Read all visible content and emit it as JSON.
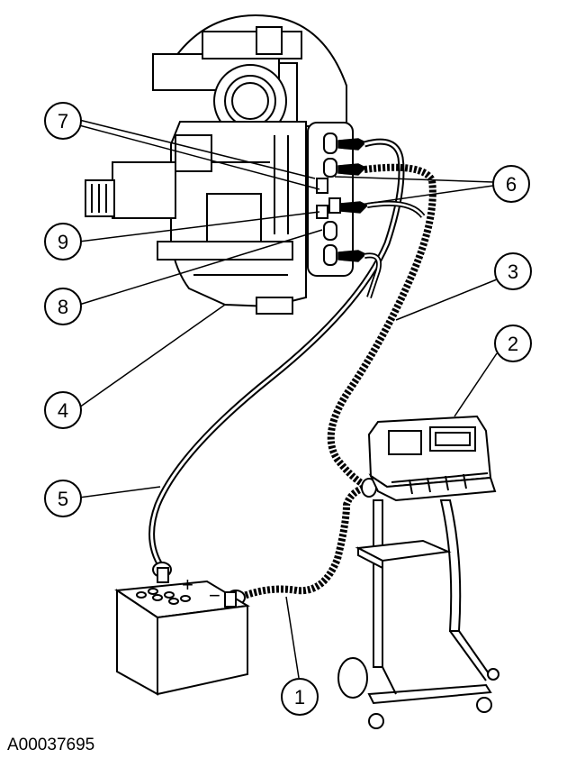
{
  "figure": {
    "id": "A00037695",
    "callouts": [
      {
        "number": "1",
        "label": ""
      },
      {
        "number": "2",
        "label": ""
      },
      {
        "number": "3",
        "label": ""
      },
      {
        "number": "4",
        "label": ""
      },
      {
        "number": "5",
        "label": ""
      },
      {
        "number": "6",
        "label": ""
      },
      {
        "number": "7",
        "label": ""
      },
      {
        "number": "8",
        "label": ""
      },
      {
        "number": "9",
        "label": ""
      }
    ],
    "battery": {
      "positive_mark": "+",
      "negative_mark": "−"
    }
  }
}
